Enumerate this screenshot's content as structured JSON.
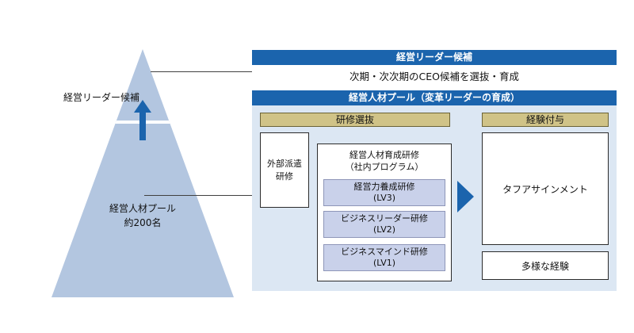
{
  "pyramid": {
    "top_label": "経営リーダー候補",
    "pool_label_line1": "経営人材プール",
    "pool_label_line2": "約200名"
  },
  "right": {
    "header1": "経営リーダー候補",
    "subtitle1": "次期・次次期のCEO候補を選抜・育成",
    "header2": "経営人材プール（変革リーダーの育成）",
    "training_header": "研修選抜",
    "experience_header": "経験付与",
    "external_line1": "外部派遣",
    "external_line2": "研修",
    "program_title_line1": "経営人材育成研修",
    "program_title_line2": "（社内プログラム）",
    "levels": [
      {
        "label": "経営力養成研修",
        "level": "(LV3)"
      },
      {
        "label": "ビジネスリーダー研修",
        "level": "(LV2)"
      },
      {
        "label": "ビジネスマインド研修",
        "level": "(LV1)"
      }
    ],
    "tough_assignment": "タフアサインメント",
    "diverse_experience": "多様な経験"
  },
  "colors": {
    "header_blue": "#1b64ad",
    "arrow_blue": "#1b64ad",
    "panel_light_blue": "#dce7f3",
    "pyramid_blue": "#b3c6e0",
    "subheader_tan": "#d0c387",
    "level_lavender": "#c9d1ea"
  }
}
